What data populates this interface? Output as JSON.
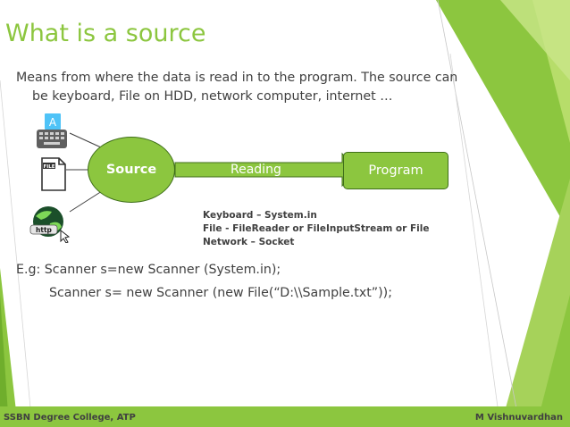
{
  "slide": {
    "title": "What is  a source",
    "paragraph": {
      "line1": "Means from where the data is read in to the program. The source can",
      "line2": "be keyboard, File on HDD, network computer, internet …"
    },
    "diagram": {
      "source_label": "Source",
      "arrow_label": "Reading",
      "program_label": "Program",
      "icons": {
        "keyboard": {
          "name": "keyboard-icon",
          "key_letter": "A"
        },
        "file": {
          "name": "file-icon",
          "tag": "FILE"
        },
        "internet": {
          "name": "globe-http-icon",
          "text": "http"
        }
      }
    },
    "notes": [
      "Keyboard – System.in",
      "File  -  FileReader or FileInputStream or File",
      "Network – Socket"
    ],
    "examples": {
      "line1": "E.g:  Scanner  s=new  Scanner (System.in);",
      "line2": "Scanner   s= new Scanner (new File(“D:\\\\Sample.txt”));"
    },
    "footer": {
      "left": "SSBN Degree College, ATP",
      "right": "M Vishnuvardhan"
    }
  },
  "colors": {
    "accent_green": "#8cc63f",
    "dark_green": "#3f6f1a",
    "text": "#404040"
  }
}
